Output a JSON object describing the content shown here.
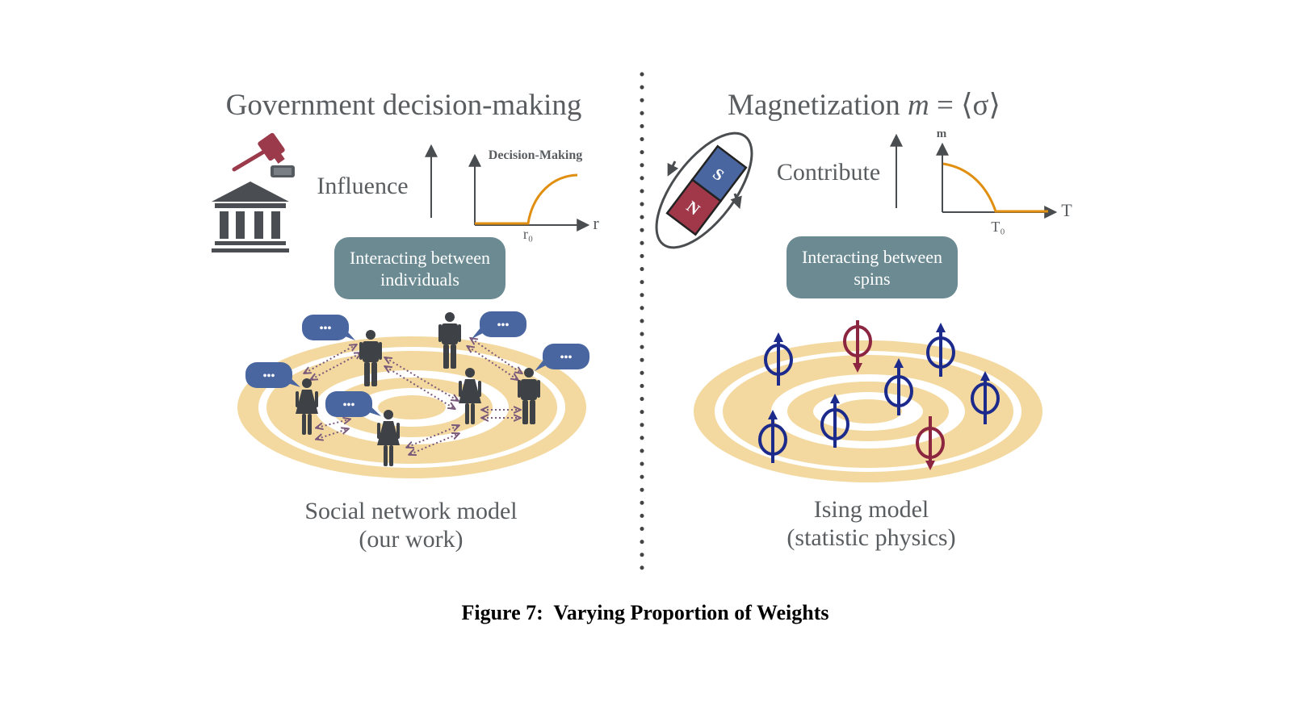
{
  "left": {
    "title": "Government decision-making",
    "influence_label": "Influence",
    "chart_title": "Decision-Making",
    "x_axis_label": "r",
    "threshold_label": "r₀",
    "interaction_line1": "Interacting between",
    "interaction_line2": "individuals",
    "bubble_text": "•••",
    "caption_line1": "Social network model",
    "caption_line2": "(our work)"
  },
  "right": {
    "title_prefix": "Magnetization ",
    "title_m": "m",
    "title_suffix": " = ⟨σ⟩",
    "contribute_label": "Contribute",
    "y_axis_label": "m",
    "x_axis_label": "T",
    "threshold_label": "T₀",
    "magnet_s": "S",
    "magnet_n": "N",
    "interaction_line1": "Interacting between",
    "interaction_line2": "spins",
    "caption_line1": "Ising model",
    "caption_line2": "(statistic physics)"
  },
  "figure_caption": "Figure 7:  Varying Proportion of Weights",
  "colors": {
    "gray_text": "#5a5d60",
    "box": "#6b8a92",
    "ring": "#f3d9a0",
    "orange_curve": "#e08f10",
    "bubble_blue": "#4a66a0",
    "spin_blue": "#1c2a8c",
    "spin_red": "#8c2540",
    "gavel": "#9a3a4a",
    "person": "#3e4146"
  }
}
